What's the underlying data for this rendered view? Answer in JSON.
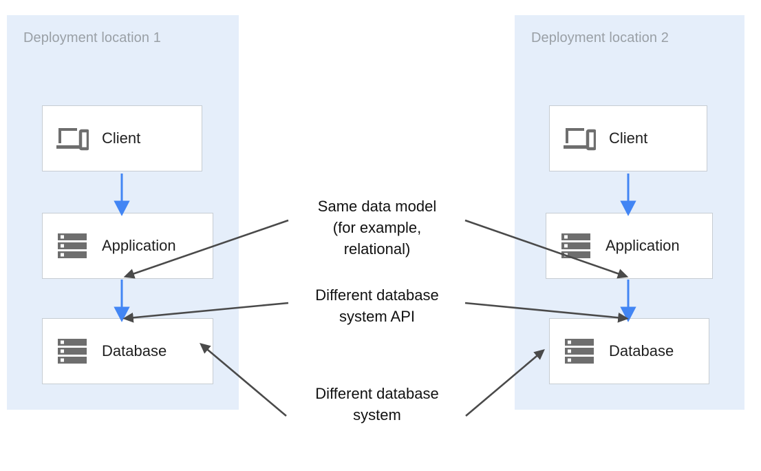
{
  "diagram": {
    "title_hidden": "",
    "colors": {
      "panel_background": "#e5eefa",
      "panel_title_text": "#9aa0a6",
      "node_background": "#ffffff",
      "node_border": "#c6ccd2",
      "node_label_text": "#1f1f1f",
      "icon_gray": "#6e6e6e",
      "flow_arrow_blue": "#4285f4",
      "annotation_arrow_gray": "#4a4a4a",
      "annotation_text": "#111111",
      "canvas_background": "#ffffff"
    },
    "panels": [
      {
        "id": "deployment-location-1",
        "title": "Deployment location 1",
        "nodes": [
          {
            "id": "client-1",
            "label": "Client",
            "icon": "devices-icon"
          },
          {
            "id": "app-1",
            "label": "Application",
            "icon": "server-icon"
          },
          {
            "id": "database-1",
            "label": "Database",
            "icon": "server-icon"
          }
        ]
      },
      {
        "id": "deployment-location-2",
        "title": "Deployment location 2",
        "nodes": [
          {
            "id": "client-2",
            "label": "Client",
            "icon": "devices-icon"
          },
          {
            "id": "app-2",
            "label": "Application",
            "icon": "server-icon"
          },
          {
            "id": "database-2",
            "label": "Database",
            "icon": "server-icon"
          }
        ]
      }
    ],
    "flows": [
      {
        "from": "client-1",
        "to": "app-1",
        "color": "#4285f4"
      },
      {
        "from": "app-1",
        "to": "database-1",
        "color": "#4285f4"
      },
      {
        "from": "client-2",
        "to": "app-2",
        "color": "#4285f4"
      },
      {
        "from": "app-2",
        "to": "database-2",
        "color": "#4285f4"
      }
    ],
    "annotations": [
      {
        "id": "same-data-model",
        "text": "Same data model\n(for example,\nrelational)",
        "points_to": [
          "app-1",
          "app-2"
        ]
      },
      {
        "id": "different-database-system-api",
        "text": "Different database\nsystem API",
        "points_to": [
          "database-1",
          "database-2"
        ]
      },
      {
        "id": "different-database-system",
        "text": "Different database\nsystem",
        "points_to": [
          "database-1",
          "database-2"
        ]
      }
    ]
  }
}
